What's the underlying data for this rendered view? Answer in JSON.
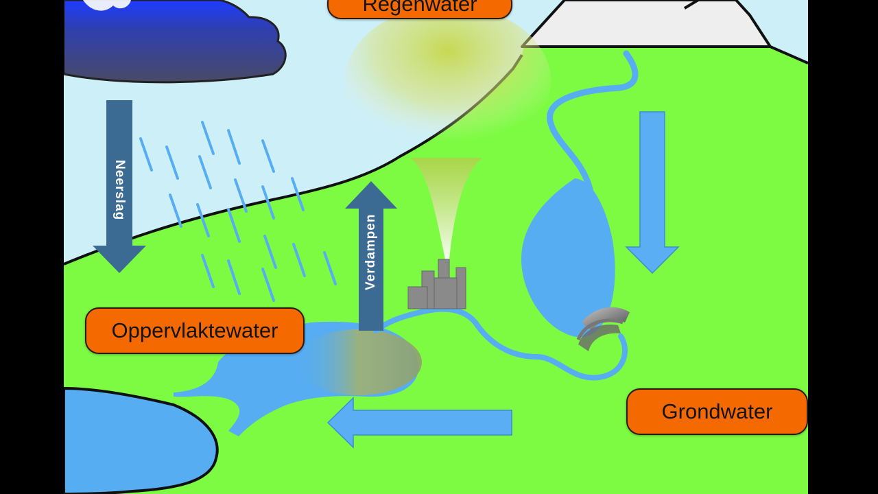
{
  "labels": {
    "regenwater": "Regenwater",
    "oppervlaktewater": "Oppervlaktewater",
    "grondwater": "Grondwater"
  },
  "arrows": {
    "neerslag": "Neerslag",
    "verdampen": "Verdampen"
  },
  "colors": {
    "sky": "#cdeff8",
    "land": "#7dfb43",
    "water": "#56adf2",
    "label_fill": "#f56a00",
    "arrow_dark": "#3b6a92",
    "arrow_light": "#5aaef4",
    "cloud": "#3a3f6e",
    "mountain_snow": "#eeeeee"
  }
}
